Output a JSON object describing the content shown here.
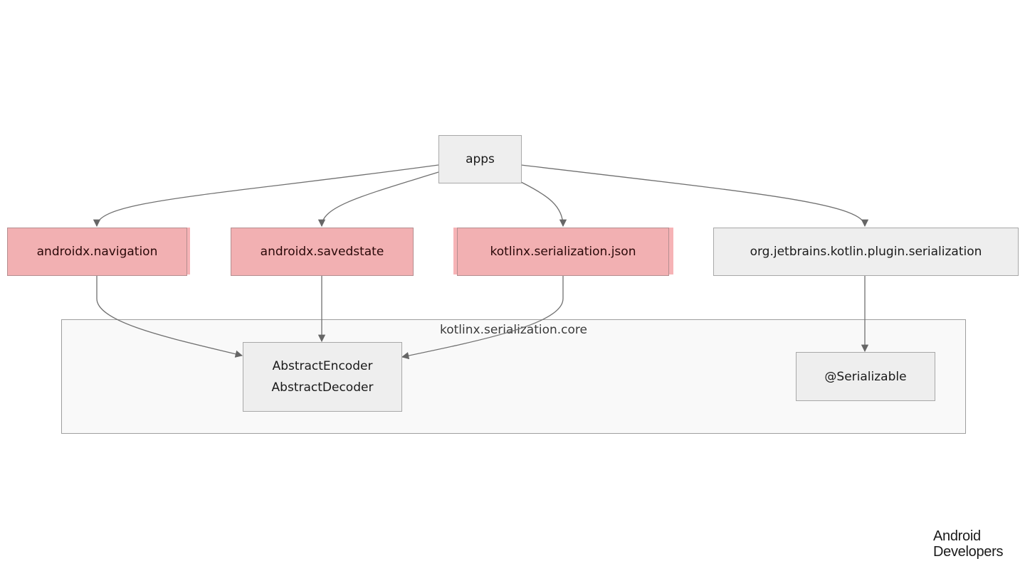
{
  "nodes": {
    "apps": "apps",
    "navigation": "androidx.navigation",
    "savedstate": "androidx.savedstate",
    "json": "kotlinx.serialization.json",
    "plugin": "org.jetbrains.kotlin.plugin.serialization",
    "encoder": "AbstractEncoder",
    "decoder": "AbstractDecoder",
    "serializable": "@Serializable"
  },
  "cluster": {
    "label": "kotlinx.serialization.core"
  },
  "brand": {
    "line1": "Android",
    "line2": "Developers"
  },
  "colors": {
    "highlight_fill": "#f2b0b2",
    "node_fill": "#eeeeee",
    "cluster_fill": "#f9f9f9",
    "edge": "#666666"
  }
}
